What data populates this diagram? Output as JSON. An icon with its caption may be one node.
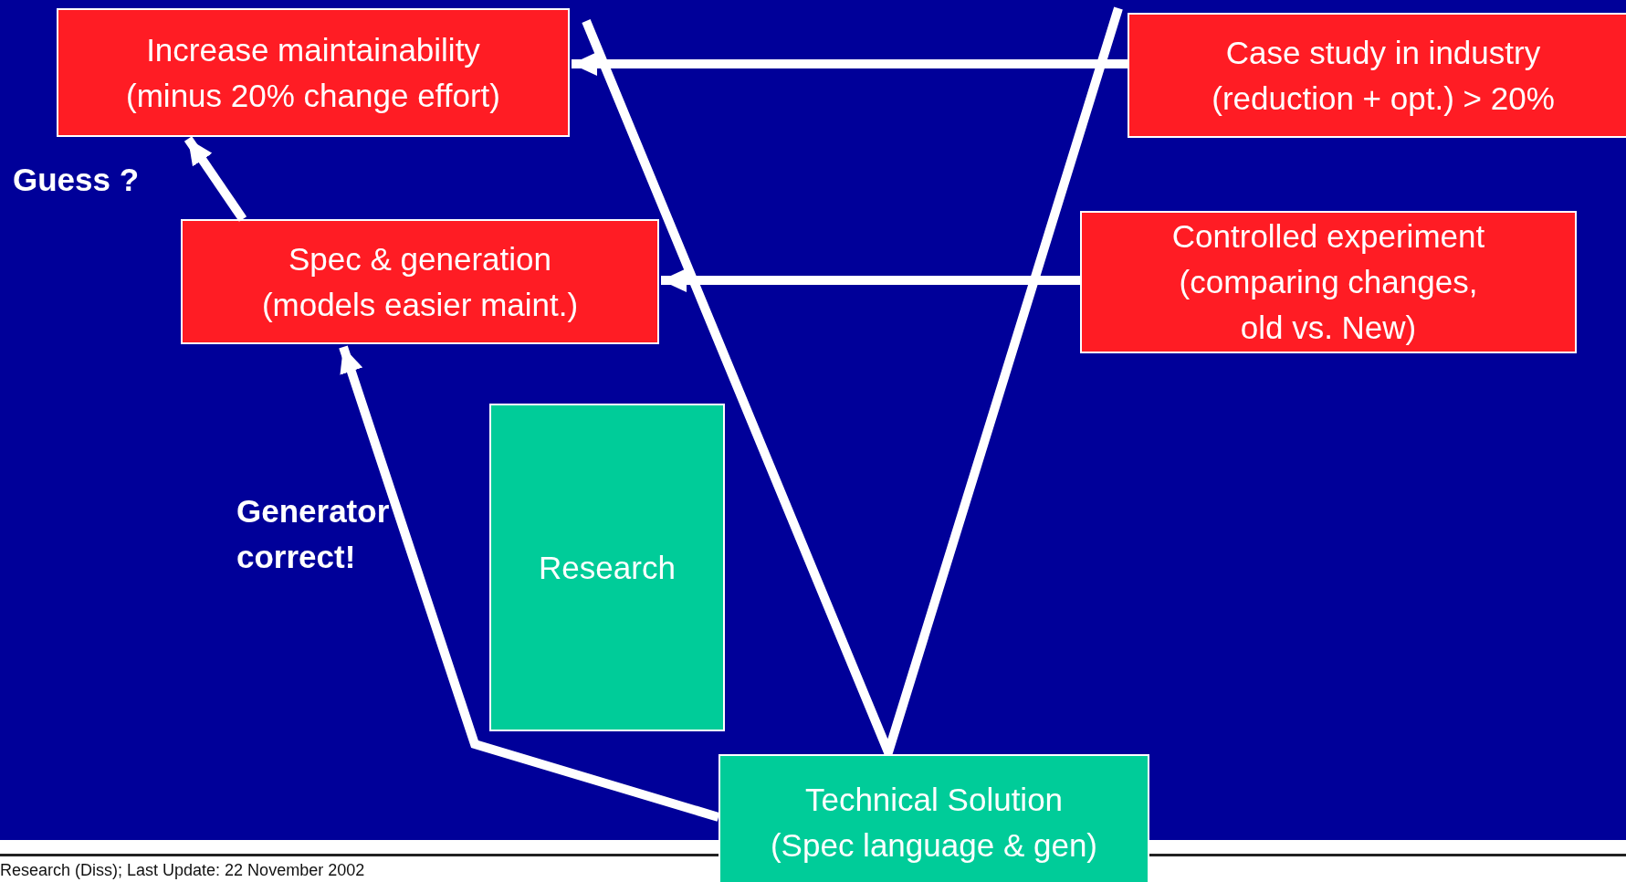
{
  "diagram": {
    "nodes": [
      {
        "text": [
          "Increase maintainability",
          "(minus 20% change effort)"
        ]
      },
      {
        "text": [
          "Spec & generation",
          "(models easier maint.)"
        ]
      },
      {
        "text": [
          "Research"
        ]
      },
      {
        "text": [
          "Technical Solution",
          "(Spec language & gen)"
        ]
      },
      {
        "text": [
          "Case study in industry",
          "(reduction + opt.) > 20%"
        ]
      },
      {
        "text": [
          "Controlled experiment",
          "(comparing changes, old vs. New)"
        ]
      }
    ],
    "edges": [
      {
        "from": 1,
        "to": 0,
        "arrow": "to"
      },
      {
        "from": 3,
        "to": 1,
        "arrow": "to"
      },
      {
        "from": 4,
        "to": 0,
        "arrow": "to"
      },
      {
        "from": 5,
        "to": 1,
        "arrow": "to"
      }
    ],
    "labels": [
      "Guess ?",
      "Generator correct!",
      "Research (Diss); Last Update: 22 November 2002"
    ]
  }
}
